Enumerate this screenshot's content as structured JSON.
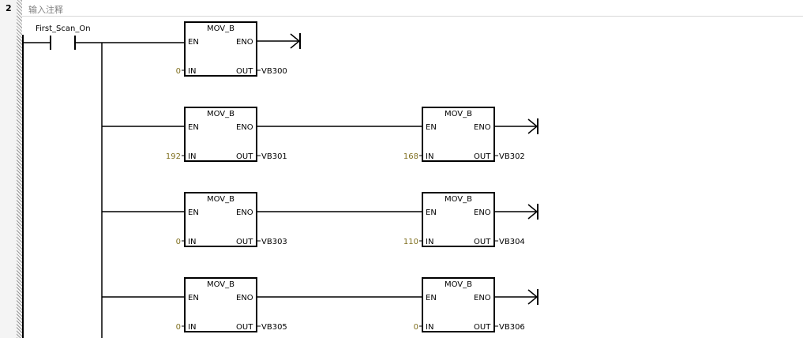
{
  "network": {
    "number": "2",
    "comment": "输入注释"
  },
  "contact": {
    "label": "First_Scan_On"
  },
  "blocks": [
    {
      "title": "MOV_B",
      "en": "EN",
      "eno": "ENO",
      "in_pin": "IN",
      "out_pin": "OUT",
      "in_value": "0",
      "out_value": "VB300"
    },
    {
      "title": "MOV_B",
      "en": "EN",
      "eno": "ENO",
      "in_pin": "IN",
      "out_pin": "OUT",
      "in_value": "192",
      "out_value": "VB301"
    },
    {
      "title": "MOV_B",
      "en": "EN",
      "eno": "ENO",
      "in_pin": "IN",
      "out_pin": "OUT",
      "in_value": "168",
      "out_value": "VB302"
    },
    {
      "title": "MOV_B",
      "en": "EN",
      "eno": "ENO",
      "in_pin": "IN",
      "out_pin": "OUT",
      "in_value": "0",
      "out_value": "VB303"
    },
    {
      "title": "MOV_B",
      "en": "EN",
      "eno": "ENO",
      "in_pin": "IN",
      "out_pin": "OUT",
      "in_value": "110",
      "out_value": "VB304"
    },
    {
      "title": "MOV_B",
      "en": "EN",
      "eno": "ENO",
      "in_pin": "IN",
      "out_pin": "OUT",
      "in_value": "0",
      "out_value": "VB305"
    },
    {
      "title": "MOV_B",
      "en": "EN",
      "eno": "ENO",
      "in_pin": "IN",
      "out_pin": "OUT",
      "in_value": "0",
      "out_value": "VB306"
    }
  ]
}
